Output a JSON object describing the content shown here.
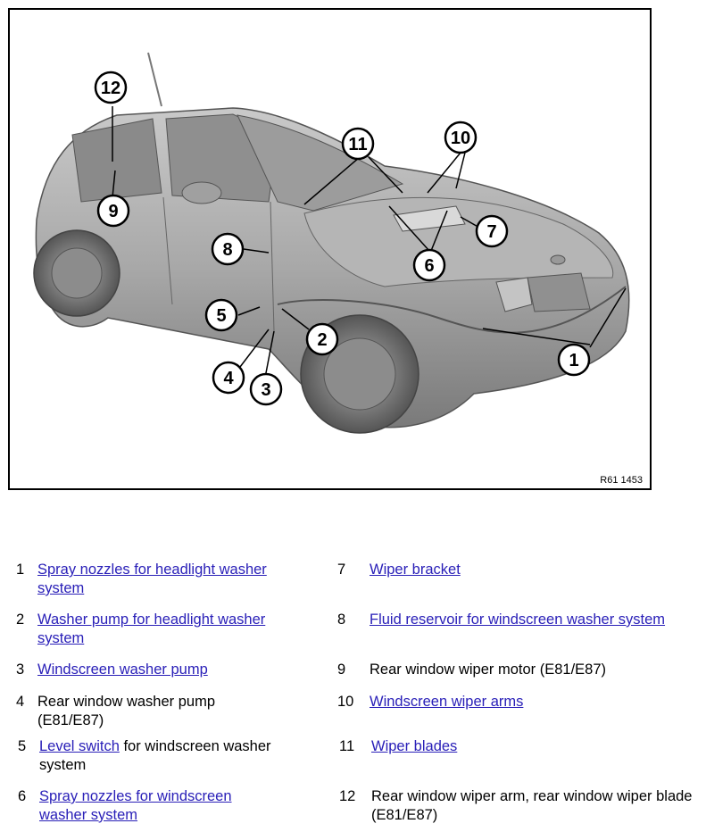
{
  "figure": {
    "reference": "R61 1453"
  },
  "callouts": [
    "1",
    "2",
    "3",
    "4",
    "5",
    "6",
    "7",
    "8",
    "9",
    "10",
    "11",
    "12"
  ],
  "legend": [
    {
      "num": "1",
      "link": "Spray nozzles for headlight washer system",
      "rest": ""
    },
    {
      "num": "2",
      "link": "Washer pump for headlight washer system",
      "rest": ""
    },
    {
      "num": "3",
      "link": "Windscreen washer pump",
      "rest": ""
    },
    {
      "num": "4",
      "link": "",
      "rest": "Rear window washer pump (E81/E87)"
    },
    {
      "num": "5",
      "link": "Level switch",
      "rest": " for windscreen washer system"
    },
    {
      "num": "6",
      "link": "Spray nozzles for windscreen washer system",
      "rest": ""
    },
    {
      "num": "7",
      "link": "Wiper bracket",
      "rest": ""
    },
    {
      "num": "8",
      "link": "Fluid reservoir for windscreen washer system",
      "rest": ""
    },
    {
      "num": "9",
      "link": "",
      "rest": "Rear window wiper motor (E81/E87)"
    },
    {
      "num": "10",
      "link": "Windscreen wiper arms",
      "rest": ""
    },
    {
      "num": "11",
      "link": "Wiper blades",
      "rest": ""
    },
    {
      "num": "12",
      "link": "",
      "rest": "Rear window wiper arm, rear window wiper blade (E81/E87)"
    }
  ]
}
